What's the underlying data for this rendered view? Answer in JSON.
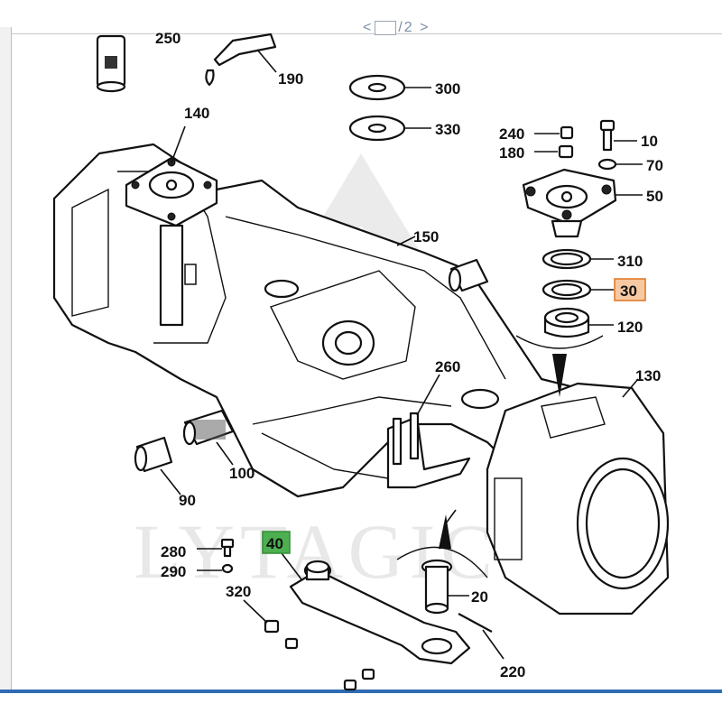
{
  "pager": {
    "separator": "/2",
    "prev": "<",
    "next": ">"
  },
  "watermark": {
    "text": "LYTAGIC"
  },
  "labels": {
    "p10": "10",
    "p20": "20",
    "p30": "30",
    "p40": "40",
    "p50": "50",
    "p70": "70",
    "p90": "90",
    "p100": "100",
    "p120": "120",
    "p130": "130",
    "p140": "140",
    "p150": "150",
    "p180": "180",
    "p190": "190",
    "p220": "220",
    "p240": "240",
    "p250": "250",
    "p260": "260",
    "p280": "280",
    "p290": "290",
    "p300": "300",
    "p310": "310",
    "p320": "320",
    "p330": "330"
  },
  "highlights": {
    "p30": {
      "fill": "#f6c9a3",
      "stroke": "#e07a2a"
    },
    "p40": {
      "fill": "#4caf50",
      "stroke": "#3a8f3d"
    }
  }
}
